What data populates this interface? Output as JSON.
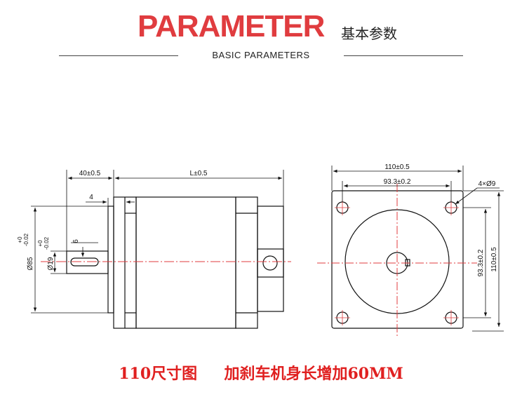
{
  "header": {
    "title": "PARAMETER",
    "title_cn": "基本参数",
    "subtitle": "BASIC PARAMETERS",
    "accent_color": "#e03c3f"
  },
  "side_view": {
    "dim_flange_length": "40±0.5",
    "dim_body_length": "L±0.5",
    "dim_step": "4",
    "dim_key_width": "6",
    "dim_flange_dia": "Ø85",
    "dim_flange_tol_upper": "+0",
    "dim_flange_tol_lower": "-0.02",
    "dim_shaft_dia": "Ø19",
    "dim_shaft_tol_upper": "+0",
    "dim_shaft_tol_lower": "-0.02"
  },
  "front_view": {
    "dim_width": "110±0.5",
    "dim_hole_spacing_h": "93.3±0.2",
    "dim_holes": "4×Ø9",
    "dim_hole_spacing_v": "93.3±0.2",
    "dim_height": "110±0.5"
  },
  "caption": {
    "left": "110尺寸图",
    "right": "加刹车机身长增加60MM",
    "color": "#e02020"
  }
}
